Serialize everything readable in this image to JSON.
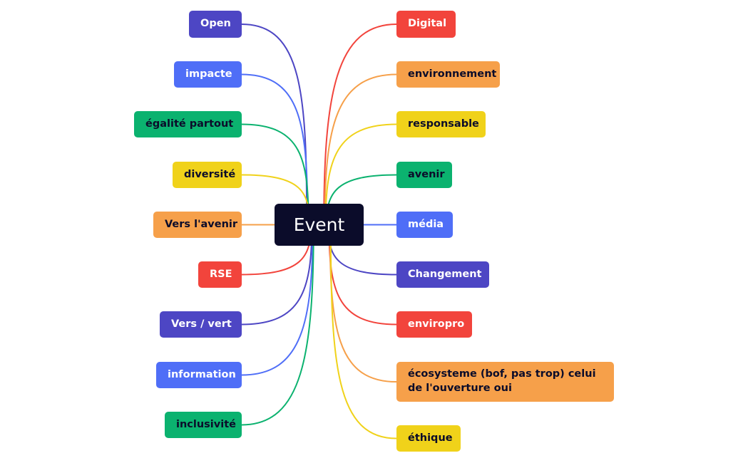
{
  "center": {
    "label": "Event"
  },
  "colors": {
    "indigo": "#4d46c4",
    "blue": "#4f6ef7",
    "green": "#0bb26f",
    "yellow": "#f0d21a",
    "orange": "#f6a04a",
    "red": "#f2443c",
    "dark": "#0b0c2a"
  },
  "left_branches": [
    {
      "label": "Open",
      "color": "#4d46c4",
      "text_color": "#ffffff"
    },
    {
      "label": "impacte",
      "color": "#4f6ef7",
      "text_color": "#ffffff"
    },
    {
      "label": "égalité partout",
      "color": "#0bb26f",
      "text_color": "#0b0c2a"
    },
    {
      "label": "diversité",
      "color": "#f0d21a",
      "text_color": "#0b0c2a"
    },
    {
      "label": "Vers l'avenir",
      "color": "#f6a04a",
      "text_color": "#0b0c2a"
    },
    {
      "label": "RSE",
      "color": "#f2443c",
      "text_color": "#ffffff"
    },
    {
      "label": "Vers / vert",
      "color": "#4d46c4",
      "text_color": "#ffffff"
    },
    {
      "label": "information",
      "color": "#4f6ef7",
      "text_color": "#ffffff"
    },
    {
      "label": "inclusivité",
      "color": "#0bb26f",
      "text_color": "#0b0c2a"
    }
  ],
  "right_branches": [
    {
      "label": "Digital",
      "color": "#f2443c",
      "text_color": "#ffffff"
    },
    {
      "label": "environnement",
      "color": "#f6a04a",
      "text_color": "#0b0c2a"
    },
    {
      "label": "responsable",
      "color": "#f0d21a",
      "text_color": "#0b0c2a"
    },
    {
      "label": "avenir",
      "color": "#0bb26f",
      "text_color": "#0b0c2a"
    },
    {
      "label": "média",
      "color": "#4f6ef7",
      "text_color": "#ffffff"
    },
    {
      "label": "Changement",
      "color": "#4d46c4",
      "text_color": "#ffffff"
    },
    {
      "label": "enviropro",
      "color": "#f2443c",
      "text_color": "#ffffff"
    },
    {
      "label": "écosysteme (bof, pas trop) celui de l'ouverture oui",
      "color": "#f6a04a",
      "text_color": "#0b0c2a"
    },
    {
      "label": "éthique",
      "color": "#f0d21a",
      "text_color": "#0b0c2a"
    }
  ]
}
